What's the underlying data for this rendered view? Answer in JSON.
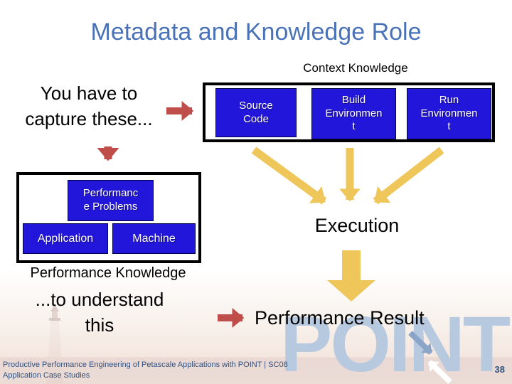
{
  "slide": {
    "title": "Metadata and Knowledge Role",
    "page_number": "38",
    "watermark": "POINT",
    "footer": {
      "line1": "Productive Performance Engineering of Petascale Applications with POINT | SC08",
      "line2": "Application Case Studies"
    }
  },
  "context_knowledge": {
    "heading": "Context Knowledge",
    "boxes": [
      {
        "label": "Source\nCode"
      },
      {
        "label": "Build\nEnvironmen\nt"
      },
      {
        "label": "Run\nEnvironmen\nt"
      }
    ]
  },
  "performance_knowledge": {
    "heading": "Performance Knowledge",
    "problems_box": "Performanc\ne Problems",
    "application_box": "Application",
    "machine_box": "Machine"
  },
  "notes": {
    "capture": "You have to\ncapture these...",
    "understand": "...to understand\nthis"
  },
  "labels": {
    "execution": "Execution",
    "result": "Performance Result"
  },
  "colors": {
    "title_blue": "#4a72b8",
    "box_blue": "#2316db",
    "arrow_red": "#bf4d49",
    "arrow_yellow": "#eec65a",
    "watermark_blue": "#b7c9df",
    "footer_navy": "#31517f"
  }
}
